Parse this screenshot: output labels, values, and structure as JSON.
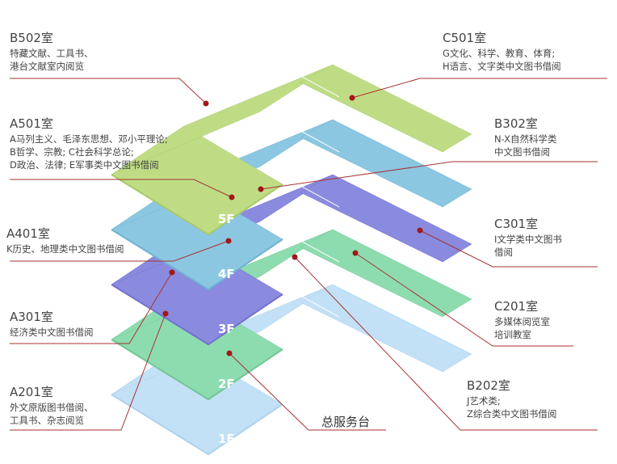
{
  "floors": {
    "f5": {
      "label": "5F",
      "color": "#bfdc84",
      "color_dark": "#a8c96a"
    },
    "f4": {
      "label": "4F",
      "color": "#8cc7e2",
      "color_dark": "#6fb2d2"
    },
    "f3": {
      "label": "3F",
      "color": "#8a8adf",
      "color_dark": "#7272cc"
    },
    "f2": {
      "label": "2F",
      "color": "#8ddcb0",
      "color_dark": "#72c796"
    },
    "f1": {
      "label": "1F",
      "color": "#c2e0f6",
      "color_dark": "#aed2ee"
    }
  },
  "rooms": {
    "b502": {
      "title": "B502室",
      "lines": [
        "特藏文献、工具书、",
        "港台文献室内阅览"
      ]
    },
    "c501": {
      "title": "C501室",
      "lines": [
        "G文化、科学、教育、体育;",
        "H语言、文字类中文图书借阅"
      ]
    },
    "a501": {
      "title": "A501室",
      "lines": [
        "A马列主义、毛泽东思想、邓小平理论;",
        "B哲学、宗教; C社会科学总论;",
        "D政治、法律; E军事类中文图书借阅"
      ]
    },
    "b302": {
      "title": "B302室",
      "lines": [
        "N-X自然科学类",
        "中文图书借阅"
      ]
    },
    "a401": {
      "title": "A401室",
      "lines": [
        "K历史、地理类中文图书借阅"
      ]
    },
    "c301": {
      "title": "C301室",
      "lines": [
        "I文学类中文图书",
        "借阅"
      ]
    },
    "a301": {
      "title": "A301室",
      "lines": [
        "经济类中文图书借阅"
      ]
    },
    "c201": {
      "title": "C201室",
      "lines": [
        "多媒体阅览室",
        "培训教室"
      ]
    },
    "a201": {
      "title": "A201室",
      "lines": [
        "外文原版图书借阅、",
        "工具书、杂志阅览"
      ]
    },
    "b202": {
      "title": "B202室",
      "lines": [
        "J艺术类;",
        "Z综合类中文图书借阅"
      ]
    }
  },
  "service_desk": "总服务台"
}
